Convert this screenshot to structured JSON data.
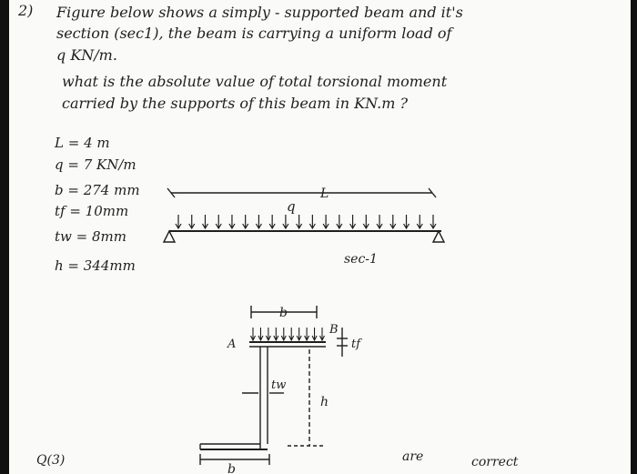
{
  "question": {
    "number": "2)",
    "line1": "Figure below shows a simply - supported beam and it's",
    "line2": "section (sec1), the beam is carrying a uniform load of",
    "line3": "q KN/m.",
    "line4": "what is the absolute value of total torsional moment",
    "line5": "carried by the supports of this beam in KN.m ?"
  },
  "given": {
    "L": "L = 4 m",
    "q": "q = 7 KN/m",
    "b": "b = 274 mm",
    "tf": "tf = 10mm",
    "tw": "tw = 8mm",
    "h": "h = 344mm"
  },
  "beam_figure": {
    "span_label": "L",
    "load_label": "q",
    "section_label": "sec-1"
  },
  "section_figure": {
    "b_label": "b",
    "a_label": "A",
    "bp_label": "B",
    "tf_label": "tf",
    "tw_label": "tw",
    "h_label": "h"
  },
  "footer": {
    "left": "Q(3)",
    "bottom_b": "b",
    "right1": "are",
    "right2": "correct"
  }
}
